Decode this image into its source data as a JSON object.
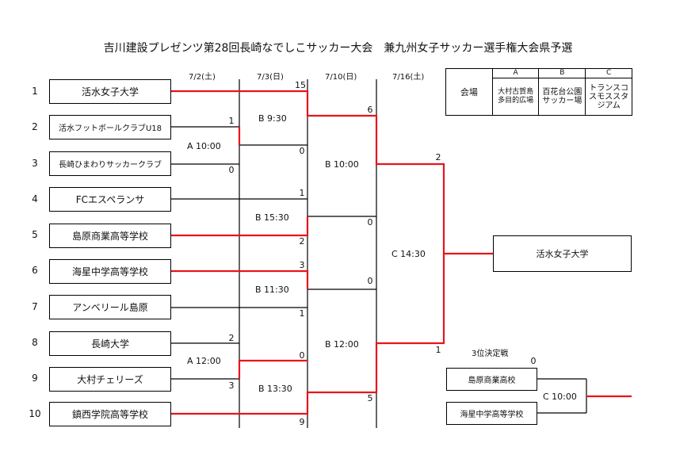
{
  "title": "吉川建設プレゼンツ第28回長崎なでしこサッカー大会　兼九州女子サッカー選手権大会県予選",
  "dates": [
    "7/2(土)",
    "7/3(日)",
    "7/10(日)",
    "7/16(土)"
  ],
  "seeds": [
    "1",
    "2",
    "3",
    "4",
    "5",
    "6",
    "7",
    "8",
    "9",
    "10"
  ],
  "teams": [
    "活水女子大学",
    "活水フットボールクラブU18",
    "長崎ひまわりサッカークラブ",
    "FCエスペランサ",
    "島原商業高等学校",
    "海星中学高等学校",
    "アンベリール島原",
    "長崎大学",
    "大村チェリーズ",
    "鎮西学院高等学校"
  ],
  "matches": [
    "A 10:00",
    "B 9:30",
    "A 12:00",
    "B 13:30",
    "B 15:30",
    "B 11:30",
    "B 10:00",
    "B 12:00",
    "C 14:30",
    "C 10:00"
  ],
  "scores": {
    "r1a_top": "1",
    "r1a_bot": "0",
    "r1b_top": "2",
    "r1b_bot": "3",
    "r2a_top": "15",
    "r2a_bot": "0",
    "r2b_top": "0",
    "r2b_bot": "9",
    "r2c_top": "1",
    "r2c_bot": "2",
    "r2d_top": "3",
    "r2d_bot": "1",
    "sf1_top": "6",
    "sf1_bot": "0",
    "sf2_top": "0",
    "sf2_bot": "5",
    "final_top": "2",
    "final_bot": "1",
    "third_top": "0"
  },
  "champion": "活水女子大学",
  "third_place": {
    "label": "3位決定戦",
    "team1": "島原商業高校",
    "team2": "海星中学高等学校"
  },
  "venue": {
    "label": "会場",
    "headers": [
      "A",
      "B",
      "C"
    ],
    "names": [
      "大村古賀島\n多目的広場",
      "百花台公園\nサッカー場",
      "トランスコ\nスモススタ\nジアム"
    ]
  },
  "colors": {
    "win_line": "#e8141a",
    "line": "#000000"
  }
}
